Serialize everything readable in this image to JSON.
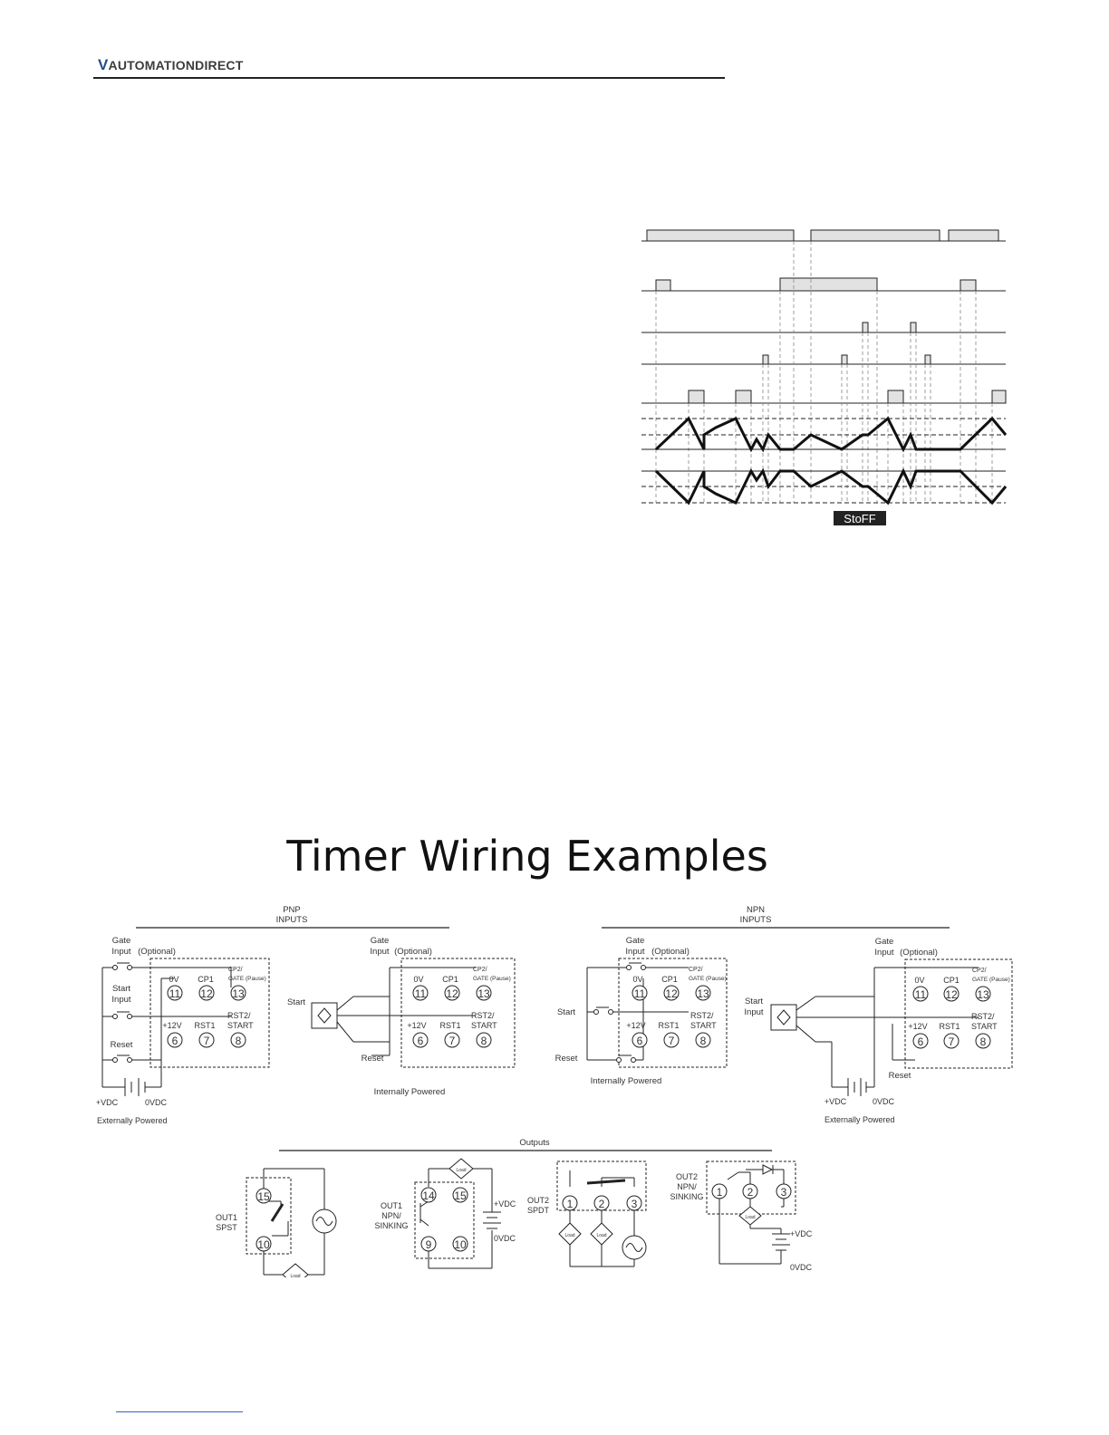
{
  "header": {
    "logo_v": "V",
    "logo_text": "AUTOMATIONDIRECT"
  },
  "timing_chart": {
    "display_readout": "StoFF"
  },
  "section": {
    "title": "Timer Wiring Examples"
  },
  "inputs": {
    "pnp_heading_1": "PNP",
    "pnp_heading_2": "INPUTS",
    "npn_heading_1": "NPN",
    "npn_heading_2": "INPUTS"
  },
  "labels": {
    "gate": "Gate",
    "input": "Input",
    "optional": "(Optional)",
    "start": "Start",
    "reset": "Reset",
    "plus_vdc": "+VDC",
    "zero_vdc": "0VDC",
    "ext_powered": "Externally Powered",
    "int_powered": "Internally Powered",
    "t_0v": "0V",
    "t_cp1": "CP1",
    "t_cp2": "CP2/",
    "t_gate_pause": "GATE (Pause)",
    "t_plus12v": "+12V",
    "t_rst1": "RST1",
    "t_rst2": "RST2/",
    "t_start_caps": "START",
    "n11": "11",
    "n12": "12",
    "n13": "13",
    "n6": "6",
    "n7": "7",
    "n8": "8"
  },
  "outputs": {
    "heading": "Outputs",
    "out1": "OUT1",
    "spst": "SPST",
    "npn": "NPN/",
    "sinking": "SINKING",
    "out2": "OUT2",
    "spdt": "SPDT",
    "load": "Load",
    "n15": "15",
    "n10": "10",
    "n14": "14",
    "n9": "9",
    "n1": "1",
    "n2": "2",
    "n3": "3"
  }
}
